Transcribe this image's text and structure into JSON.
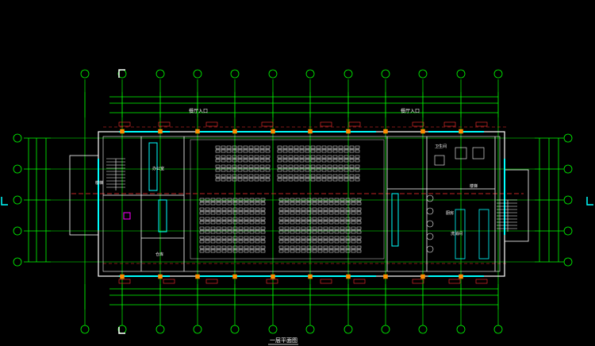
{
  "drawing": {
    "title": "一层平面图",
    "entrance_left": "餐厅入口",
    "entrance_right": "餐厅入口",
    "stair_left": "楼梯",
    "stair_right": "楼梯",
    "room_office": "办公室",
    "room_store": "仓库",
    "room_kitchen": "厨房",
    "room_wash": "洗消间",
    "room_toilet": "卫生间"
  },
  "grid": {
    "top_bubble_count": 12,
    "side_bubble_count": 5
  },
  "colors": {
    "background": "#000000",
    "grid_line": "#ff3030",
    "dimension": "#00ff00",
    "wall": "#ffffff",
    "window": "#00ffff",
    "column": "#ff8c00",
    "furniture": "#ffffff",
    "accent": "#ff00ff"
  }
}
